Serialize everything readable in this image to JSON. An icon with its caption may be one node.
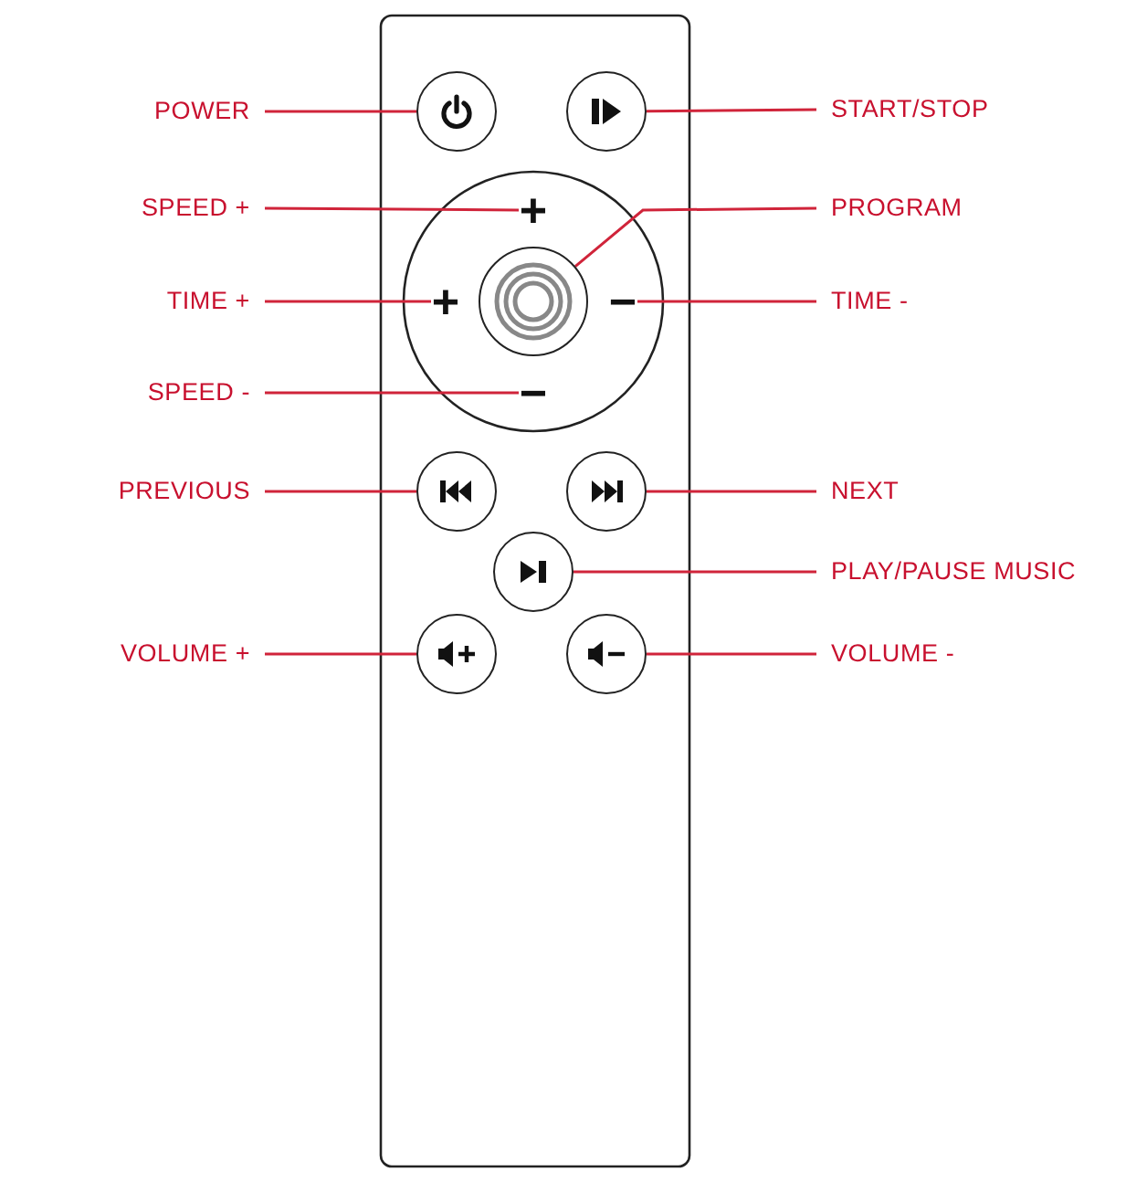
{
  "diagram": {
    "nodes": [
      {
        "text": [
          "POWER"
        ]
      },
      {
        "text": [],
        "shape": "circle"
      },
      {
        "text": [],
        "shape": "circle"
      },
      {
        "text": [
          "START/STOP"
        ]
      },
      {
        "text": [
          "SPEED +"
        ]
      },
      {
        "text": [
          "+"
        ]
      },
      {
        "text": [
          "PROGRAM"
        ]
      },
      {
        "text": [],
        "shape": "circle"
      },
      {
        "text": [
          "TIME +"
        ]
      },
      {
        "text": [
          "+"
        ]
      },
      {
        "text": [
          "−"
        ]
      },
      {
        "text": [
          "TIME -"
        ]
      },
      {
        "text": [
          "SPEED -"
        ]
      },
      {
        "text": [
          "−"
        ]
      },
      {
        "text": [
          "PREVIOUS"
        ]
      },
      {
        "text": [],
        "shape": "circle"
      },
      {
        "text": [],
        "shape": "circle"
      },
      {
        "text": [
          "NEXT"
        ]
      },
      {
        "text": [],
        "shape": "circle"
      },
      {
        "text": [
          "PLAY/PAUSE MUSIC"
        ]
      },
      {
        "text": [
          "VOLUME +"
        ]
      },
      {
        "text": [],
        "shape": "circle"
      },
      {
        "text": [],
        "shape": "circle"
      },
      {
        "text": [
          "VOLUME -"
        ]
      }
    ],
    "edges": [
      {
        "from": 0,
        "to": 1,
        "arrow": "none"
      },
      {
        "from": 3,
        "to": 2,
        "arrow": "none"
      },
      {
        "from": 4,
        "to": 5,
        "arrow": "none"
      },
      {
        "from": 6,
        "to": 7,
        "arrow": "none"
      },
      {
        "from": 8,
        "to": 9,
        "arrow": "none"
      },
      {
        "from": 11,
        "to": 10,
        "arrow": "none"
      },
      {
        "from": 12,
        "to": 13,
        "arrow": "none"
      },
      {
        "from": 14,
        "to": 15,
        "arrow": "none"
      },
      {
        "from": 17,
        "to": 16,
        "arrow": "none"
      },
      {
        "from": 19,
        "to": 18,
        "arrow": "none"
      },
      {
        "from": 20,
        "to": 21,
        "arrow": "none"
      },
      {
        "from": 23,
        "to": 22,
        "arrow": "none"
      }
    ]
  }
}
